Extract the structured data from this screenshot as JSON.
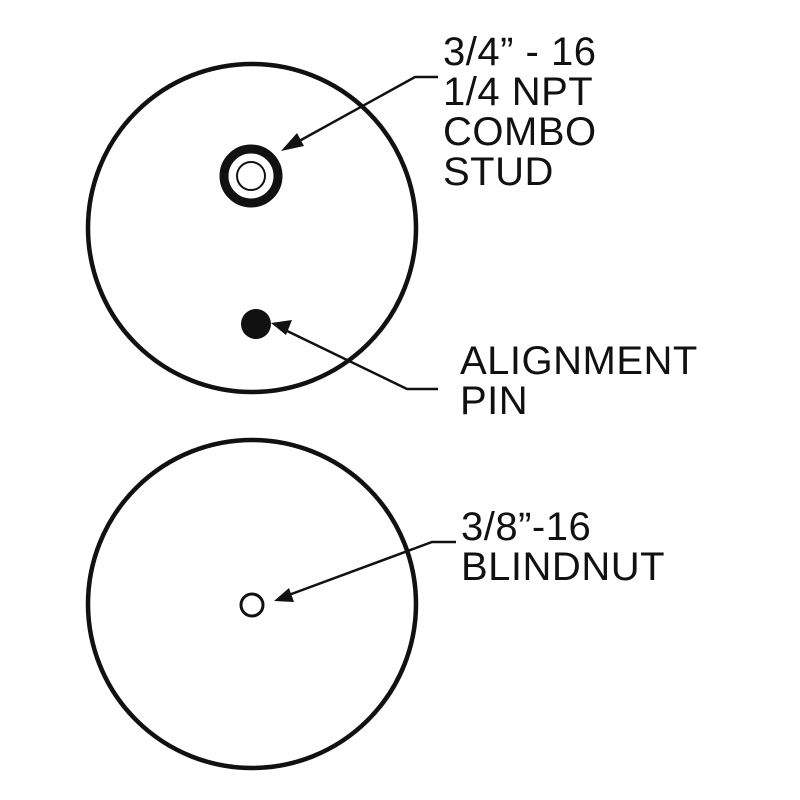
{
  "upper_mount": {
    "stud_label": [
      "3/4” - 16",
      "1/4 NPT",
      "COMBO",
      "STUD"
    ],
    "pin_label": [
      "ALIGNMENT",
      "PIN"
    ]
  },
  "lower_mount": {
    "blindnut_label": [
      "3/8”-16",
      "BLINDNUT"
    ]
  },
  "colors": {
    "ink": "#111111",
    "background": "#ffffff"
  }
}
